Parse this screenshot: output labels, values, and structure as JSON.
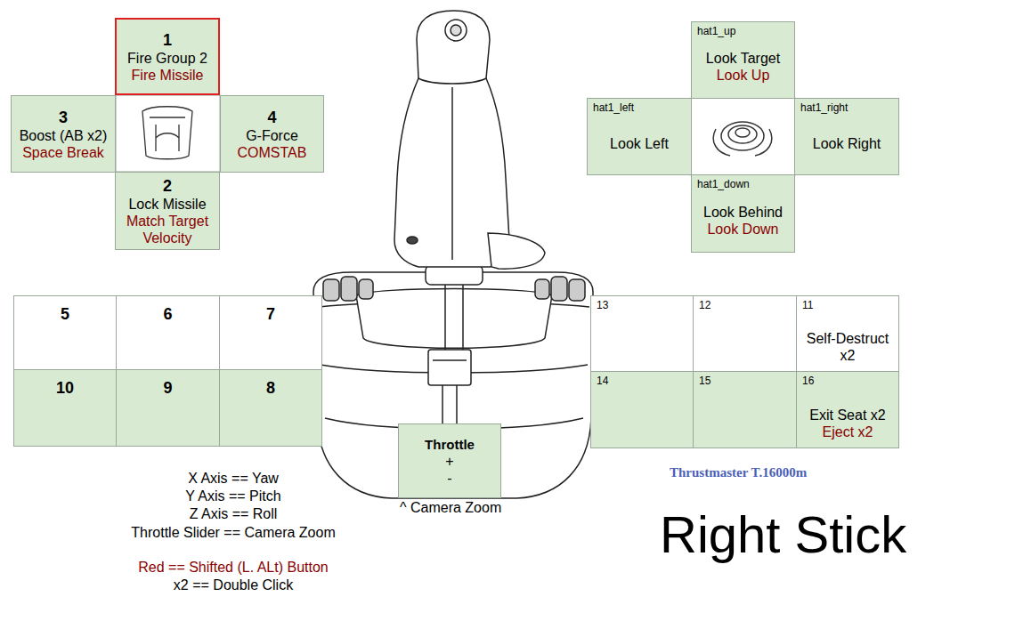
{
  "diagram": {
    "title": "Right Stick",
    "nodes": [
      {
        "text": [
          "1",
          "Fire Group 2",
          "Fire Missile"
        ]
      },
      {
        "text": [
          "hat1_up",
          "Look Target",
          "Look Up"
        ]
      },
      {
        "text": [
          "3",
          "Boost (AB x2)",
          "Space Break"
        ]
      },
      {
        "text": [
          "4",
          "G-Force",
          "COMSTAB"
        ]
      },
      {
        "text": [
          "hat1_left",
          "Look Left"
        ]
      },
      {
        "text": [
          "hat1_right",
          "Look Right"
        ]
      },
      {
        "text": [
          "2",
          "Lock Missile",
          "Match Target Velocity"
        ]
      },
      {
        "text": [
          "hat1_down",
          "Look Behind",
          "Look Down"
        ]
      },
      {
        "text": [
          "5"
        ]
      },
      {
        "text": [
          "6"
        ]
      },
      {
        "text": [
          "7"
        ]
      },
      {
        "text": [
          "13"
        ]
      },
      {
        "text": [
          "12"
        ]
      },
      {
        "text": [
          "11",
          "Self-Destruct x2"
        ]
      },
      {
        "text": [
          "10"
        ]
      },
      {
        "text": [
          "9"
        ]
      },
      {
        "text": [
          "8"
        ]
      },
      {
        "text": [
          "14"
        ]
      },
      {
        "text": [
          "15"
        ]
      },
      {
        "text": [
          "16",
          "Exit Seat x2",
          "Eject x2"
        ]
      },
      {
        "text": [
          "Throttle",
          "+",
          "-"
        ]
      }
    ],
    "labels": [
      "X Axis == Yaw",
      "Y Axis == Pitch",
      "Z Axis == Roll",
      "Throttle Slider == Camera Zoom",
      "^ Camera Zoom",
      "Thrustmaster T.16000m",
      "Red == Shifted (L. ALt) Button",
      "x2 == Double Click"
    ]
  }
}
